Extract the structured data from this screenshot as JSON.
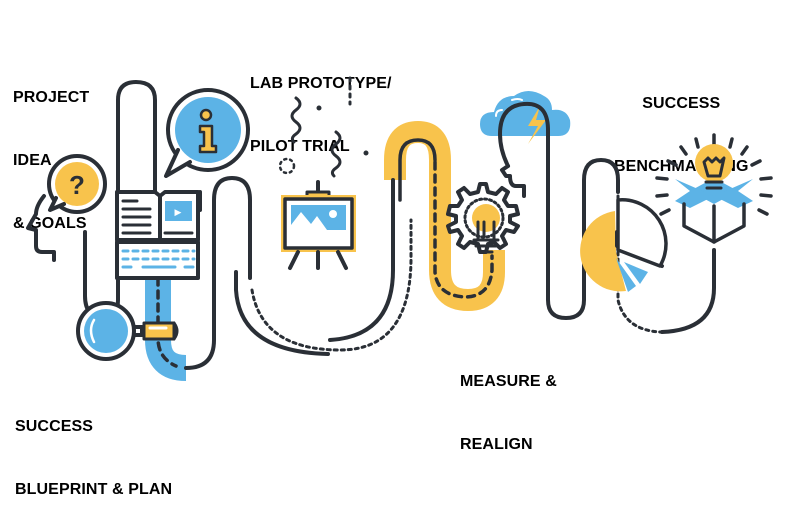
{
  "title": "Project success roadmap infographic",
  "colors": {
    "outline": "#2a2f36",
    "blue": "#5cb3e6",
    "yellow": "#f8c34c",
    "text": "#000000",
    "background": "#ffffff"
  },
  "stages": [
    {
      "id": "project-idea",
      "lines": [
        "PROJECT",
        "IDEA",
        "& GOALS"
      ],
      "icon": "head-question-icon"
    },
    {
      "id": "blueprint",
      "lines": [
        "SUCCESS",
        "BLUEPRINT & PLAN"
      ],
      "icon": "book-keyboard-magnifier-icon"
    },
    {
      "id": "prototype",
      "lines": [
        "LAB PROTOTYPE/",
        "PILOT TRIAL"
      ],
      "icon": "easel-picture-icon"
    },
    {
      "id": "measure",
      "lines": [
        "MEASURE &",
        "REALIGN"
      ],
      "icon": "gear-lightbulb-icon"
    },
    {
      "id": "benchmarking",
      "lines": [
        "SUCCESS",
        "BENCHMARKING"
      ],
      "icon": "box-lightbulb-icon"
    }
  ],
  "icons": {
    "question_symbol": "?",
    "info_symbol": "i",
    "play_symbol": "▶"
  }
}
